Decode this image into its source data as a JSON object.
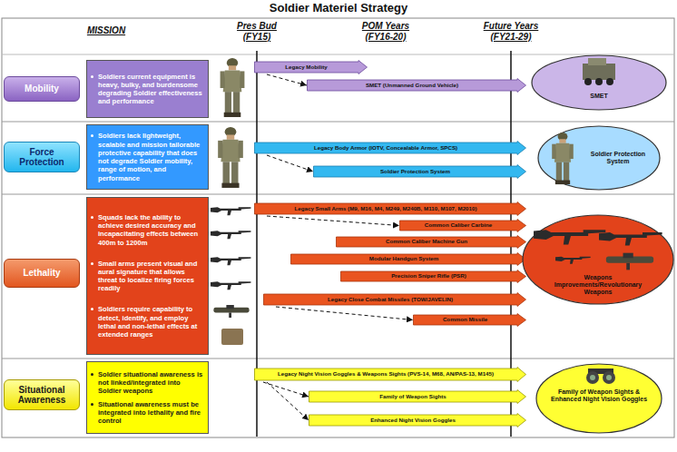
{
  "diagram": {
    "title": "Soldier Materiel Strategy",
    "nodes": [
      {
        "text": [
          "Mobility"
        ]
      },
      {
        "text": [
          "Soldiers current equipment is heavy, bulky, and burdensome degrading Soldier effectiveness and performance"
        ]
      },
      {
        "text": [
          "Legacy Mobility"
        ]
      },
      {
        "text": [
          "SMET (Unmanned Ground Vehicle)"
        ]
      },
      {
        "text": [
          "SMET"
        ]
      },
      {
        "text": [
          "Force Protection"
        ]
      },
      {
        "text": [
          "Soldiers lack lightweight, scalable and mission tailorable protective capability that does not degrade Soldier mobility, range of motion, and performance"
        ]
      },
      {
        "text": [
          "Legacy Body Armor (IOTV, Concealable Armor, SPCS)"
        ]
      },
      {
        "text": [
          "Soldier Protection System"
        ]
      },
      {
        "text": [
          "Soldier Protection System"
        ]
      },
      {
        "text": [
          "Lethality"
        ]
      },
      {
        "text": [
          "Squads lack the ability to achieve desired accuracy and incapacitating effects between 400m to 1200m",
          "Small arms present visual and aural signature that allows threat to localize firing forces readily",
          "Soldiers require capability to detect, identify, and employ lethal and non-lethal effects at extended ranges"
        ]
      },
      {
        "text": [
          "Legacy Small Arms (M9, M16, M4, M249, M240B, M110, M107, M2010)"
        ]
      },
      {
        "text": [
          "Common Caliber Carbine"
        ]
      },
      {
        "text": [
          "Common Caliber Machine Gun"
        ]
      },
      {
        "text": [
          "Modular Handgun System"
        ]
      },
      {
        "text": [
          "Precision Sniper Rifle (PSR)"
        ]
      },
      {
        "text": [
          "Legacy Close Combat Missiles (TOW/JAVELIN)"
        ]
      },
      {
        "text": [
          "Common Missile"
        ]
      },
      {
        "text": [
          "Weapons Improvements/Revolutionary Weapons"
        ]
      },
      {
        "text": [
          "Situational Awareness"
        ]
      },
      {
        "text": [
          "Soldier situational awareness is not linked/integrated into Soldier weapons",
          "Situational awareness must be integrated into lethality and fire control"
        ]
      },
      {
        "text": [
          "Legacy Night Vision Goggles & Weapons Sights (PVS-14, M68, AN/PAS-13, M145)"
        ]
      },
      {
        "text": [
          "Family of Weapon Sights"
        ]
      },
      {
        "text": [
          "Enhanced Night Vision Goggles"
        ]
      },
      {
        "text": [
          "Family of Weapon Sights & Enhanced Night Vision Goggles"
        ]
      }
    ],
    "edges": [
      {
        "from": 2,
        "to": 3,
        "arrow": "to"
      },
      {
        "from": 7,
        "to": 8,
        "arrow": "to"
      },
      {
        "from": 12,
        "to": 13,
        "arrow": "to"
      },
      {
        "from": 17,
        "to": 18,
        "arrow": "to"
      },
      {
        "from": 22,
        "to": 23,
        "arrow": "to"
      },
      {
        "from": 22,
        "to": 24,
        "arrow": "to"
      }
    ],
    "labels": [
      "MISSION",
      "Pres Bud (FY15)",
      "POM Years (FY16-20)",
      "Future Years (FY21-29)"
    ]
  }
}
